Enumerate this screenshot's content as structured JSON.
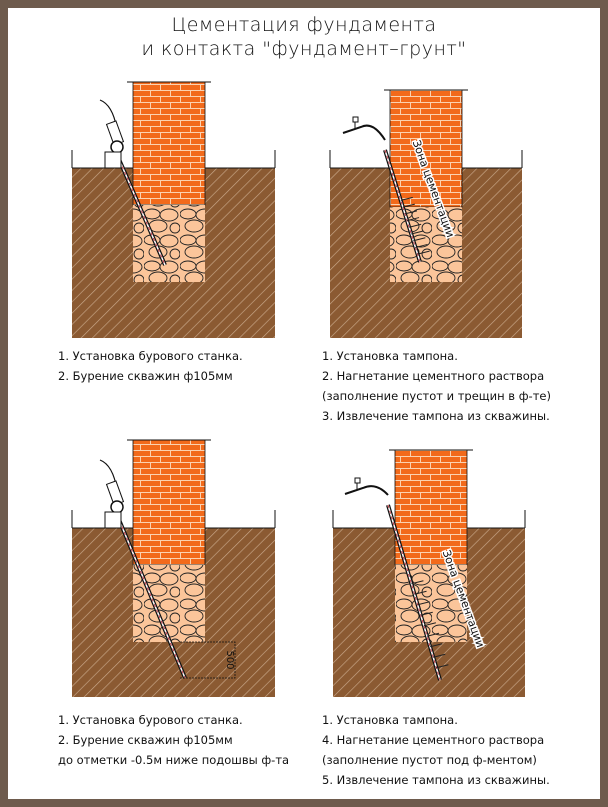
{
  "title": {
    "line1": "Цементация фундамента",
    "line2": "и контакта \"фундамент–грунт\""
  },
  "panels": [
    {
      "captions": [
        "1. Установка бурового станка.",
        "2. Бурение скважин ф105мм"
      ]
    },
    {
      "captions": [
        "1. Установка тампона.",
        "2. Нагнетание цементного раствора",
        "(заполнение пустот и трещин в ф-те)",
        "3. Извлечение тампона из скважины."
      ],
      "zone_label": "Зона цементации"
    },
    {
      "captions": [
        "1. Установка бурового станка.",
        "2. Бурение скважин ф105мм",
        "до отметки -0.5м ниже подошвы ф-та"
      ],
      "dimension_label": "500"
    },
    {
      "captions": [
        "1. Установка тампона.",
        "4. Нагнетание цементного раствора",
        "(заполнение пустот под ф-ментом)",
        "5. Извлечение тампона из скважины."
      ],
      "zone_label": "Зона цементации"
    }
  ],
  "colors": {
    "frame": "#6e5b4d",
    "soil": "#8b5a32",
    "brick": "#f26a1b",
    "rubble": "#fbc59a"
  }
}
